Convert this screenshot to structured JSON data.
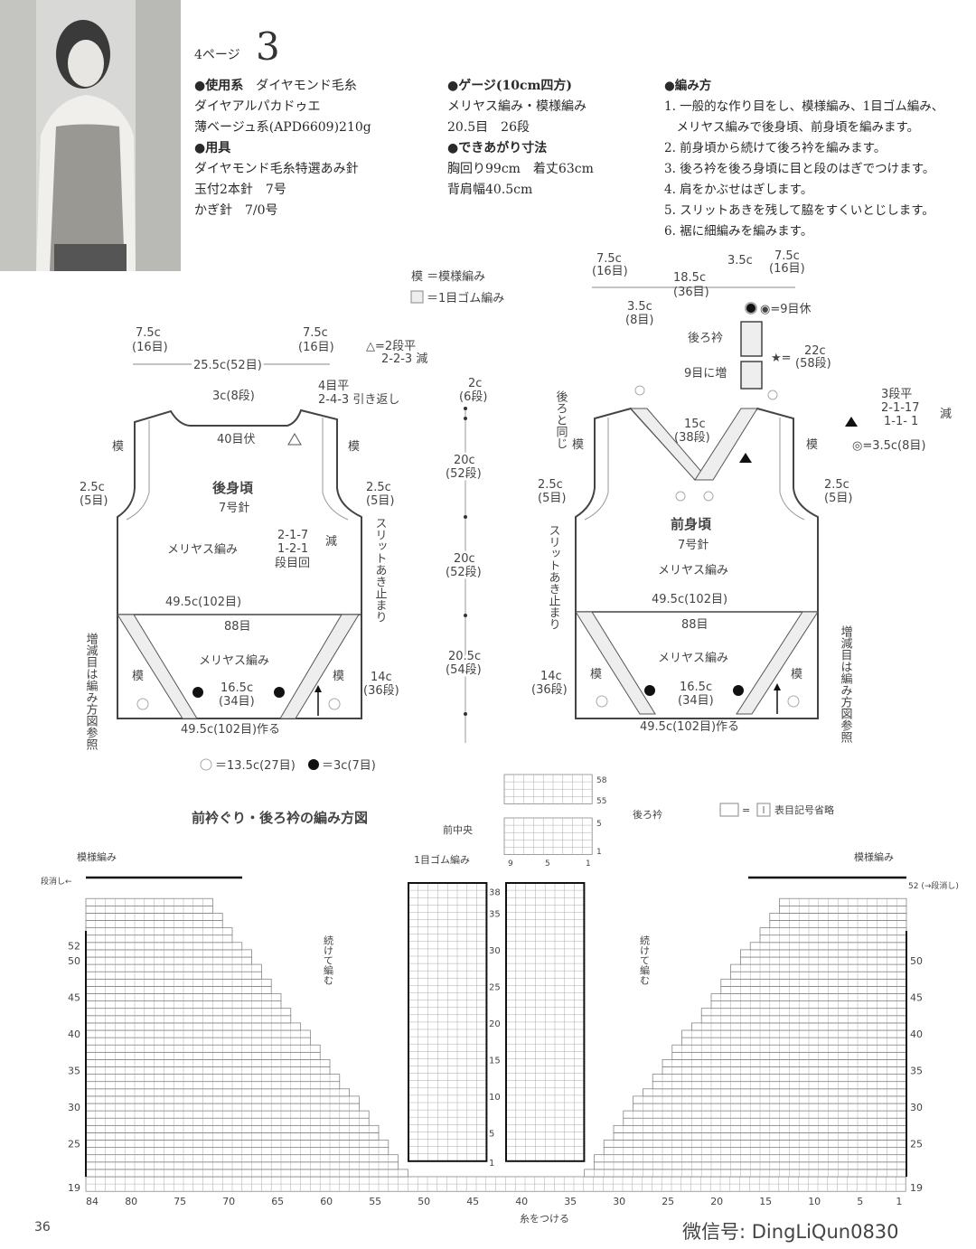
{
  "header": {
    "page_ref": "4ページ",
    "item_number": "3",
    "page_number": "36"
  },
  "materials": {
    "yarn_heading": "●使用系",
    "yarn_brand": "ダイヤモンド毛糸",
    "yarn_name": "ダイヤアルパカドゥエ",
    "yarn_color": "薄ベージュ系(APD6609)210g",
    "tools_heading": "●用具",
    "tools": [
      "ダイヤモンド毛糸特選あみ針",
      "玉付2本針　7号",
      "かぎ針　7/0号"
    ]
  },
  "gauge": {
    "heading": "●ゲージ(10cm四方)",
    "stitch": "メリヤス編み・模様編み",
    "value": "20.5目　26段",
    "size_heading": "●できあがり寸法",
    "size_1": "胸回り99cm　着丈63cm",
    "size_2": "背肩幅40.5cm"
  },
  "method": {
    "heading": "●編み方",
    "steps": [
      "1. 一般的な作り目をし、模様編み、1目ゴム編み、",
      "　メリヤス編みで後身頃、前身頃を編みます。",
      "2. 前身頃から続けて後ろ衿を編みます。",
      "3. 後ろ衿を後ろ身頃に目と段のはぎでつけます。",
      "4. 肩をかぶせはぎします。",
      "5. スリットあきを残して脇をすくいとじします。",
      "6. 裾に細編みを編みます。"
    ]
  },
  "legend": {
    "pattern": "模 ＝模様編み",
    "rib": "＝1目ゴム編み",
    "open_circle": "＝13.5c(27目)",
    "black_dot": "＝3c(7目)"
  },
  "back": {
    "title": "後身頃",
    "needle": "7号針",
    "shoulder_l": [
      "7.5c",
      "(16目)"
    ],
    "neck_w": "25.5c(52目)",
    "shoulder_r": [
      "7.5c",
      "(16目)"
    ],
    "tri_note": [
      "△=2段平",
      "2-2-3 減"
    ],
    "neck_depth": "3c(8段)",
    "neck_bind": "40目伏",
    "neck_short": [
      "4目平",
      "2-4-3 引き返し"
    ],
    "pattern_mark": "模",
    "arm_l": [
      "2.5c",
      "(5目)"
    ],
    "arm_r": [
      "2.5c",
      "(5目)"
    ],
    "dec": [
      "2-1-7",
      "1-2-1",
      "段目回"
    ],
    "dec_label": "減",
    "stockinette": "メリヤス編み",
    "width_upper": "49.5c(102目)",
    "inner": "88目",
    "inc_note": "増減目は編み方図参照",
    "slit": "スリットあき止まり",
    "side": [
      "14c",
      "(36段)"
    ],
    "center": [
      "16.5c",
      "(34目)"
    ],
    "cast_on": "49.5c(102目)作る"
  },
  "vertical_dims": [
    [
      "2c",
      "(6段)"
    ],
    [
      "20c",
      "(52段)"
    ],
    [
      "20c",
      "(52段)"
    ],
    [
      "20.5c",
      "(54段)"
    ]
  ],
  "front": {
    "title": "前身頃",
    "needle": "7号針",
    "shoulder_l": [
      "7.5c",
      "(16目)"
    ],
    "neck_w": [
      "18.5c",
      "(36目)"
    ],
    "gap_l": [
      "3.5c",
      "(8目)"
    ],
    "gap_r": "3.5c",
    "shoulder_r": [
      "7.5c",
      "(16目)"
    ],
    "hold": "◉=9目休",
    "back_collar": "後ろ衿",
    "inc9": "9目に増",
    "star": [
      "★=",
      "22c",
      "(58段)"
    ],
    "same_as_back": "後ろと同じ",
    "v_depth": [
      "15c",
      "(38段)"
    ],
    "tri_note": [
      "3段平",
      "2-1-17",
      "1-1- 1",
      "減"
    ],
    "double_circle": "◎=3.5c(8目)"
  },
  "chart": {
    "title": "前衿ぐり・後ろ衿の編み方図",
    "pattern_l": "模様編み",
    "pattern_r": "模様編み",
    "rib": "1目ゴム編み",
    "short_row_l": "段消し←",
    "short_row_r": "52 (→段消し)",
    "continue_l": "続けて編む",
    "continue_r": "続けて編む",
    "front_center": "前中央",
    "back_collar": "後ろ衿",
    "collar_rows": [
      "58",
      "55",
      "5",
      "1"
    ],
    "collar_cols": [
      "9",
      "5",
      "1"
    ],
    "symbol_note": "表目記号省略",
    "left_rows": [
      "52",
      "50",
      "45",
      "40",
      "35",
      "30",
      "25",
      "19"
    ],
    "right_rows": [
      "50",
      "45",
      "40",
      "35",
      "30",
      "25",
      "19"
    ],
    "mid_rows": [
      "38",
      "35",
      "30",
      "25",
      "20",
      "15",
      "10",
      "5",
      "1"
    ],
    "cols": [
      "84",
      "80",
      "75",
      "70",
      "65",
      "60",
      "55",
      "50",
      "45",
      "40",
      "35",
      "30",
      "25",
      "20",
      "15",
      "10",
      "5",
      "1"
    ],
    "attach_yarn": "糸をつける"
  },
  "watermark": "微信号: DingLiQun0830"
}
